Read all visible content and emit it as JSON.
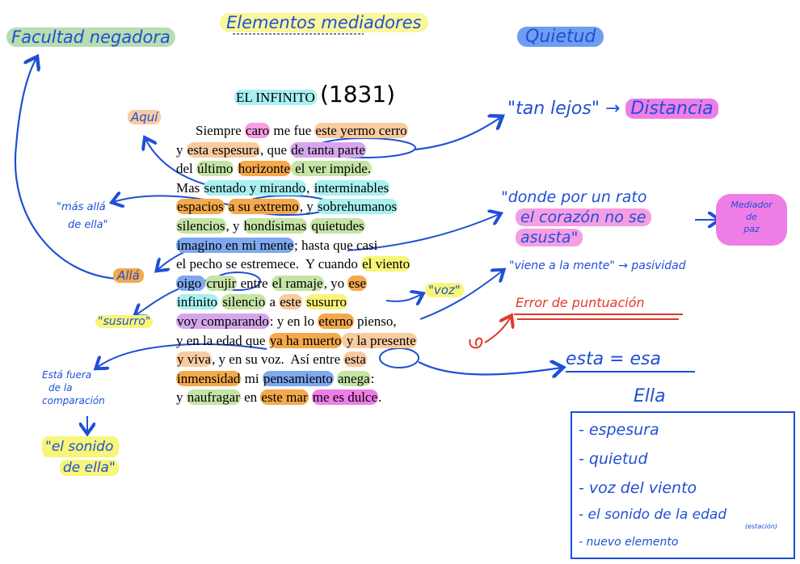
{
  "headers": {
    "left": "Facultad negadora",
    "center": "Elementos mediadores",
    "right": "Quietud"
  },
  "poem": {
    "title": "EL INFINITO",
    "year": "(1831)",
    "lines": [
      [
        [
          "Siempre ",
          ""
        ],
        [
          "caro",
          "pink"
        ],
        [
          " me fue ",
          ""
        ],
        [
          "este yermo cerro",
          "or"
        ]
      ],
      [
        [
          "y ",
          ""
        ],
        [
          "esta espesura",
          "or"
        ],
        [
          ", que ",
          ""
        ],
        [
          "de tanta parte",
          "lav"
        ]
      ],
      [
        [
          "del ",
          ""
        ],
        [
          "último",
          "green"
        ],
        [
          " ",
          ""
        ],
        [
          "horizonte",
          "ordk"
        ],
        [
          " el ver impide.",
          "green"
        ]
      ],
      [
        [
          "Mas ",
          ""
        ],
        [
          "sentado y mirando",
          "cyan"
        ],
        [
          ", ",
          ""
        ],
        [
          "interminables",
          "cyan"
        ]
      ],
      [
        [
          "espacios",
          "ordk"
        ],
        [
          " ",
          ""
        ],
        [
          "a su extremo",
          "ordk"
        ],
        [
          ", y ",
          ""
        ],
        [
          "sobrehumanos",
          "cyan"
        ]
      ],
      [
        [
          "silencios",
          "green"
        ],
        [
          ", y ",
          ""
        ],
        [
          "hondísimas",
          "green"
        ],
        [
          " ",
          ""
        ],
        [
          "quietudes",
          "green"
        ]
      ],
      [
        [
          "imagino en mi mente",
          "blue"
        ],
        [
          "; hasta que casi",
          ""
        ]
      ],
      [
        [
          "el pecho se estremece.  Y cuando ",
          ""
        ],
        [
          "el viento",
          "yel"
        ]
      ],
      [
        [
          "oigo ",
          "blue"
        ],
        [
          "crujir",
          "green"
        ],
        [
          " entre ",
          ""
        ],
        [
          "el ramaje",
          "green"
        ],
        [
          ", yo ",
          ""
        ],
        [
          "ese",
          "ordk"
        ]
      ],
      [
        [
          "infinito",
          "cyan"
        ],
        [
          " ",
          ""
        ],
        [
          "silencio",
          "green"
        ],
        [
          " a ",
          ""
        ],
        [
          "este",
          "or"
        ],
        [
          " ",
          ""
        ],
        [
          "susurro",
          "yel"
        ]
      ],
      [
        [
          "voy comparando",
          "lav"
        ],
        [
          ": y en lo ",
          ""
        ],
        [
          "eterno",
          "ordk"
        ],
        [
          " pienso,",
          ""
        ]
      ],
      [
        [
          "y en la edad que ",
          ""
        ],
        [
          "ya ha muerto",
          "ordk"
        ],
        [
          " y la presente",
          "or"
        ]
      ],
      [
        [
          "y viva",
          "or"
        ],
        [
          ", y en su voz.  Así entre ",
          ""
        ],
        [
          "esta",
          "or"
        ]
      ],
      [
        [
          "inmensidad",
          "ordk"
        ],
        [
          " mi ",
          ""
        ],
        [
          "pensamiento",
          "blue"
        ],
        [
          " ",
          ""
        ],
        [
          "anega",
          "green"
        ],
        [
          ":",
          ""
        ]
      ],
      [
        [
          "y ",
          ""
        ],
        [
          "naufragar",
          "green"
        ],
        [
          " en ",
          ""
        ],
        [
          "este mar",
          "ordk"
        ],
        [
          " ",
          ""
        ],
        [
          "me es dulce",
          "mag"
        ],
        [
          ".",
          ""
        ]
      ]
    ]
  },
  "annotations": {
    "aqui": "Aquí",
    "mas_alla": [
      "\"más allá",
      "de ella\""
    ],
    "alla": "Allá",
    "susurro": "\"susurro\"",
    "fuera": [
      "Está fuera",
      "de la",
      "comparación"
    ],
    "sonido": [
      "\"el sonido",
      "de ella\""
    ],
    "voz": "\"voz\"",
    "tan_lejos": "\"tan lejos\"",
    "arrow_right": "→",
    "distancia": "Distancia",
    "donde": [
      "\"donde por un rato",
      "el corazón no se",
      "asusta\""
    ],
    "mediador": [
      "Mediador",
      "de",
      "paz"
    ],
    "viene": "\"viene a la mente\" → pasividad",
    "error": "Error de puntuación",
    "esta_esa": "esta = esa",
    "ella": "Ella",
    "ella_list": [
      "- espesura",
      "- quietud",
      "- voz del viento",
      "- el sonido de la edad",
      "- nuevo elemento"
    ],
    "estacion": "(estación)"
  },
  "colors": {
    "ink": "#1f4fd6",
    "red": "#e03a2a",
    "pink": "#f59ee3",
    "orange": "#f8cba0",
    "orange_dark": "#f3a94c",
    "cyan": "#a8f0f2",
    "green": "#c6e4a6",
    "yellow": "#f8f57a",
    "blue": "#7fa8ee",
    "lavender": "#d6a6ec",
    "magenta": "#ee7ee6"
  }
}
